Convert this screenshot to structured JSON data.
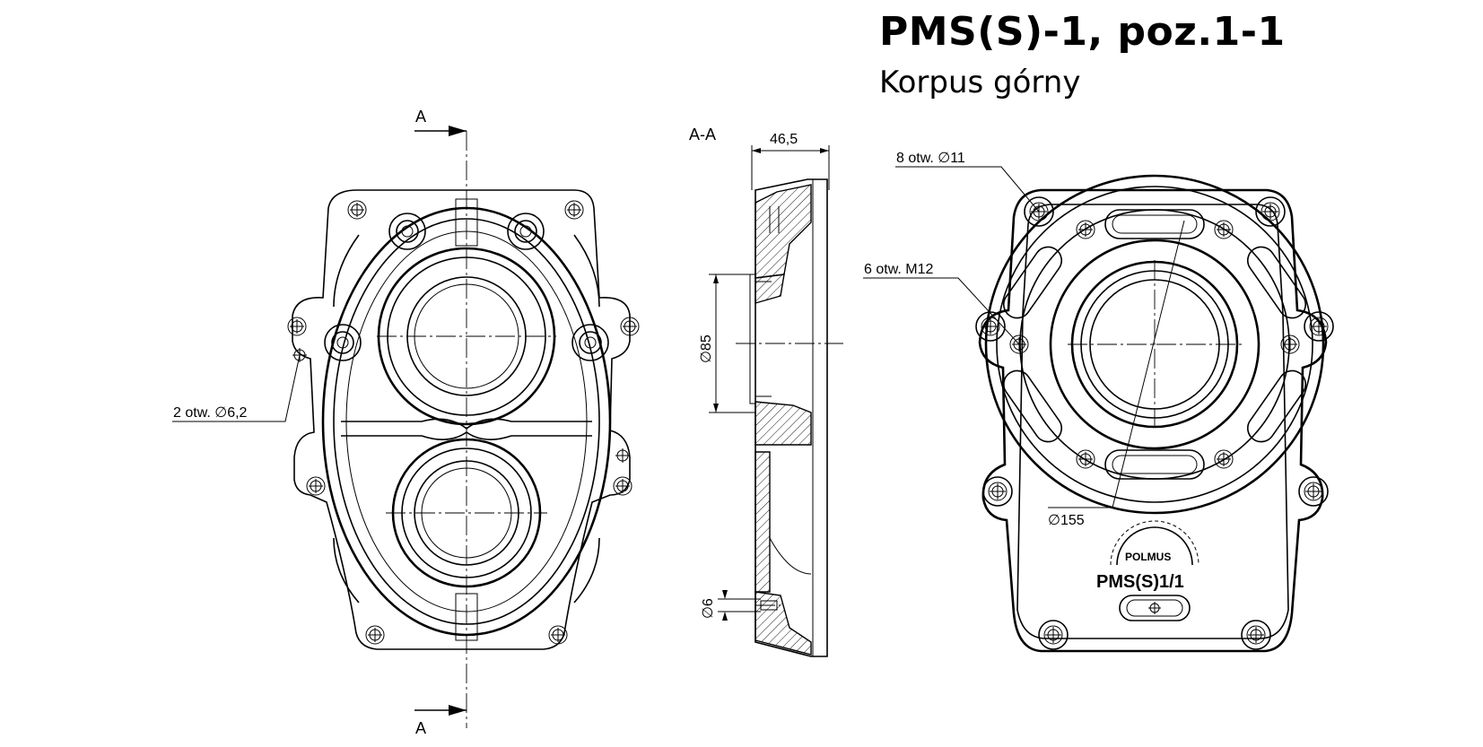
{
  "title": "PMS(S)-1, poz.1-1",
  "subtitle": "Korpus górny",
  "front_view": {
    "section_mark_top": "A",
    "section_mark_bottom": "A",
    "holes_label": "2 otw. ∅6,2"
  },
  "section_view": {
    "label": "A-A",
    "dim_width": "46,5",
    "dim_bore": "∅85",
    "dim_pin": "∅6"
  },
  "back_view": {
    "holes_outer_label": "8 otw. ∅11",
    "holes_thread_label": "6 otw. M12",
    "pitch_circle_label": "∅155",
    "logo_text": "POLMUS",
    "cast_mark": "PMS(S)1/1"
  }
}
